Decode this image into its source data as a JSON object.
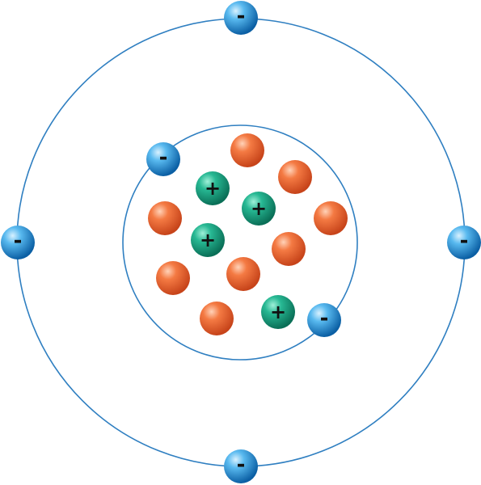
{
  "diagram": {
    "colors": {
      "orbit": "#2f7fc1",
      "electron": "#1f93d8",
      "proton": "#17a382",
      "neutron": "#f0652a",
      "sign_text": "#111111"
    },
    "symbols": {
      "electron": "-",
      "proton": "+"
    },
    "counts": {
      "electrons": 6,
      "protons": 4,
      "neutrons": 8
    }
  }
}
